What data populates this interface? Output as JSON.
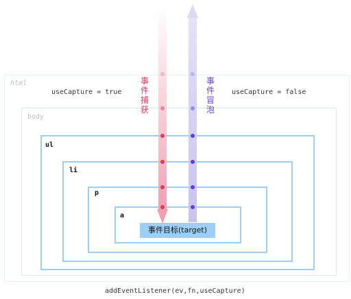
{
  "boxes": {
    "html": "html",
    "body": "body",
    "ul": "ul",
    "li": "li",
    "p": "p",
    "a": "a"
  },
  "capture_true_label": "useCapture = true",
  "capture_false_label": "useCapture = false",
  "capturing_phase": [
    "事",
    "件",
    "捕",
    "获"
  ],
  "bubbling_phase": [
    "事",
    "件",
    "冒",
    "泡"
  ],
  "target_label": "事件目标(target)",
  "api_signature": "addEventListener(ev,fn,useCapture)",
  "colors": {
    "capturing": "#e23a5a",
    "bubbling": "#5a3fe8",
    "box_border": "#9dcff5",
    "target_fill": "#9dcff5"
  }
}
